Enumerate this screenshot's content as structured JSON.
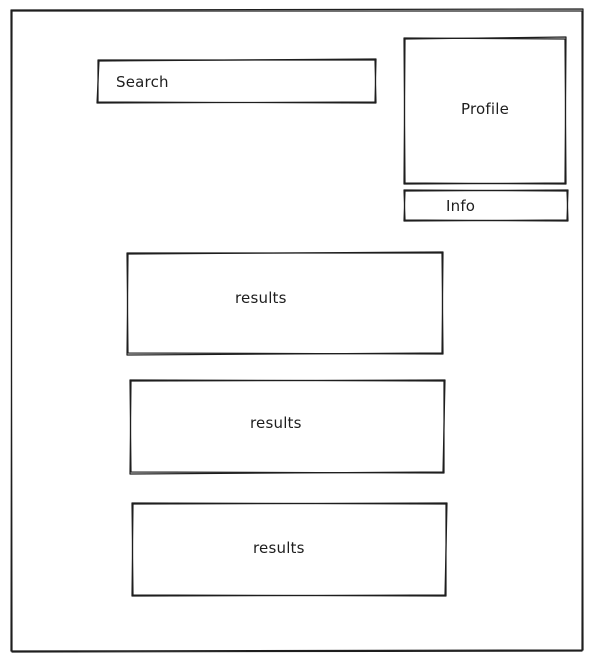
{
  "search": {
    "label": "Search"
  },
  "profile": {
    "label": "Profile"
  },
  "info": {
    "label": "Info"
  },
  "results": [
    {
      "label": "results"
    },
    {
      "label": "results"
    },
    {
      "label": "results"
    }
  ]
}
